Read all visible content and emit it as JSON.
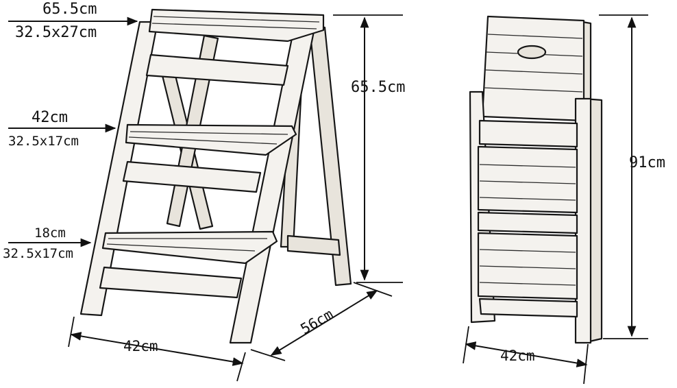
{
  "labels": {
    "top_step_height": "65.5cm",
    "top_step_size": "32.5x27cm",
    "mid_step_height": "42cm",
    "mid_step_size": "32.5x17cm",
    "low_step_height": "18cm",
    "low_step_size": "32.5x17cm",
    "unfolded_height": "65.5cm",
    "unfolded_depth": "56cm",
    "unfolded_width": "42cm",
    "folded_height": "91cm",
    "folded_width": "42cm"
  }
}
